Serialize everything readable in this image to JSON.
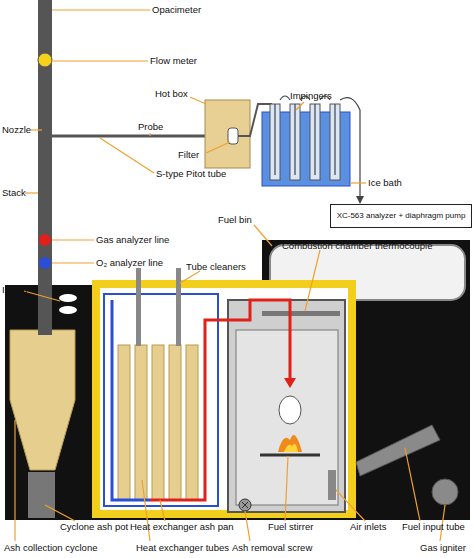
{
  "diagram": {
    "nodes": [
      {
        "text": [
          "XC-563 analyzer + diaphragm pump"
        ]
      }
    ],
    "labels": [
      "Opacimeter",
      "Flow meter",
      "Hot box",
      "Impingers",
      "Probe",
      "Nozzle",
      "Filter",
      "Ice bath",
      "S-type Pitot tube",
      "Stack",
      "Fuel bin",
      "Gas analyzer line",
      "Combustion chamber thermocouple",
      "O₂ analyzer line",
      "ID fan",
      "Tube cleaners",
      "Cyclone ash pot",
      "Heat exchanger ash pan",
      "Fuel stirrer",
      "Air inlets",
      "Fuel input tube",
      "Ash collection cyclone",
      "Heat exchanger tubes",
      "Ash removal screw",
      "Gas igniter"
    ]
  }
}
